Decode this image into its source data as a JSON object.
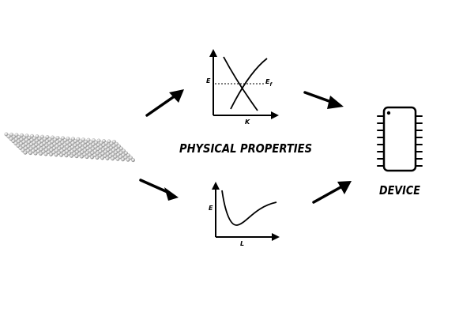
{
  "labels": {
    "physical_properties": "PHYSICAL PROPERTIES",
    "device": "DEVICE"
  },
  "band_diagram": {
    "y_axis_label": "E",
    "x_axis_label": "K",
    "fermi_label_main": "E",
    "fermi_label_sub": "f"
  },
  "energy_curve": {
    "y_axis_label": "E",
    "x_axis_label": "L"
  },
  "icons": {
    "material": "2d-atomic-lattice-sheet-icon",
    "device": "microchip-icon"
  },
  "colors": {
    "ink": "#000000",
    "lattice_light": "#e6e6e6",
    "lattice_dark": "#7a7a7a"
  }
}
